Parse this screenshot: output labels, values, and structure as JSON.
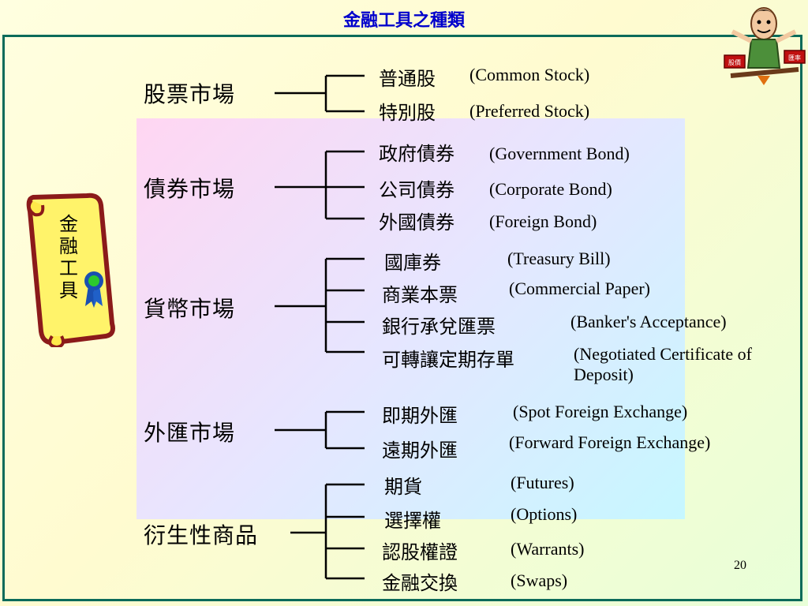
{
  "title": "金融工具之種類",
  "scroll_label": "金融工具",
  "page_number": "20",
  "mascot": {
    "left_sign": "股價",
    "right_sign": "匯率"
  },
  "categories": [
    {
      "label": "股票市場",
      "items": [
        {
          "zh": "普通股",
          "en": "(Common Stock)"
        },
        {
          "zh": "特別股",
          "en": "(Preferred Stock)"
        }
      ]
    },
    {
      "label": "債券市場",
      "items": [
        {
          "zh": "政府債券",
          "en": "(Government Bond)"
        },
        {
          "zh": "公司債券",
          "en": "(Corporate Bond)"
        },
        {
          "zh": "外國債券",
          "en": "(Foreign Bond)"
        }
      ]
    },
    {
      "label": "貨幣市場",
      "items": [
        {
          "zh": "國庫券",
          "en": "(Treasury Bill)"
        },
        {
          "zh": "商業本票",
          "en": "(Commercial Paper)"
        },
        {
          "zh": "銀行承兌匯票",
          "en": "(Banker's Acceptance)"
        },
        {
          "zh": "可轉讓定期存單",
          "en": "(Negotiated Certificate of Deposit)"
        }
      ]
    },
    {
      "label": "外匯市場",
      "items": [
        {
          "zh": "即期外匯",
          "en": "(Spot Foreign Exchange)"
        },
        {
          "zh": "遠期外匯",
          "en": "(Forward Foreign Exchange)"
        }
      ]
    },
    {
      "label": "衍生性商品",
      "items": [
        {
          "zh": "期貨",
          "en": "(Futures)"
        },
        {
          "zh": "選擇權",
          "en": "(Options)"
        },
        {
          "zh": "認股權證",
          "en": "(Warrants)"
        },
        {
          "zh": "金融交換",
          "en": "(Swaps)"
        }
      ]
    }
  ]
}
